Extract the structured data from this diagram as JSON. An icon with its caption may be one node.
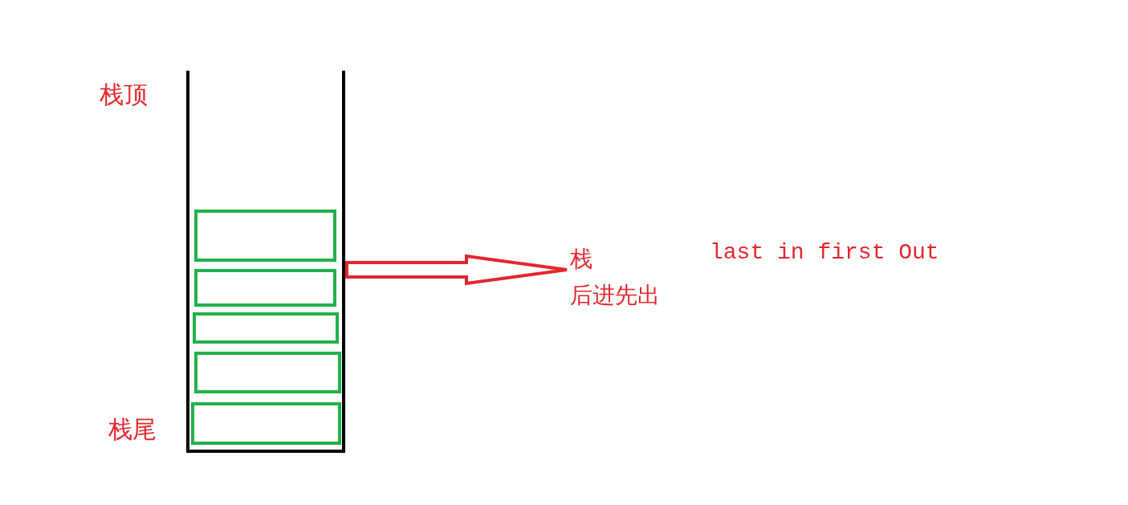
{
  "diagram": {
    "nodes": [
      {
        "text": [],
        "shape": "container",
        "beside": [
          "栈顶",
          "栈尾"
        ]
      },
      {
        "text": [],
        "shape": "box",
        "in": 0
      },
      {
        "text": [],
        "shape": "box",
        "in": 0
      },
      {
        "text": [],
        "shape": "box",
        "in": 0
      },
      {
        "text": [],
        "shape": "box",
        "in": 0
      },
      {
        "text": [],
        "shape": "box",
        "in": 0
      },
      {
        "text": [
          "栈",
          "后进先出"
        ]
      }
    ],
    "edges": [
      {
        "from": 0,
        "to": 6,
        "arrow": "to",
        "style": "thick"
      }
    ],
    "labels": [
      "last in first Out"
    ]
  }
}
